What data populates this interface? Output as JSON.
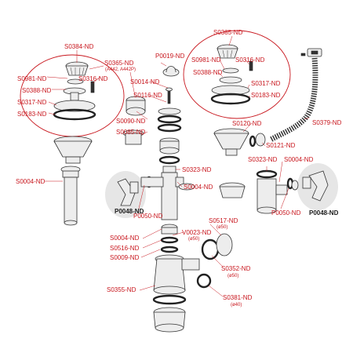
{
  "colors": {
    "label": "#c8161d",
    "bold_label": "#1a1a1a",
    "outline": "#333333"
  },
  "labels": {
    "s0384": "S0384-ND",
    "s0365": "S0365-ND",
    "s0365_sub": "(A442, A442P)",
    "p0019": "P0019-ND",
    "s0385": "S0385-ND",
    "s0981_l": "S0981-ND",
    "s0316_l": "S0316-ND",
    "s0388_l": "S0388-ND",
    "s0317_l": "S0317-ND",
    "s0183_l": "S0183-ND",
    "s0014": "S0014-ND",
    "s0116": "S0116-ND",
    "s0090": "S0090-ND",
    "s0085": "S0085-ND",
    "s0981_r": "S0981-ND",
    "s0316_r": "S0316-ND",
    "s0388_r": "S0388-ND",
    "s0317_r": "S0317-ND",
    "s0183_r": "S0183-ND",
    "s0379": "S0379-ND",
    "s0120": "S0120-ND",
    "s0121": "S0121-ND",
    "s0004_l": "S0004-ND",
    "s0323_c": "S0323-ND",
    "s0004_c": "S0004-ND",
    "s0323_r": "S0323-ND",
    "s0004_r": "S0004-ND",
    "p0048_l": "P0048-ND",
    "p0050_l": "P0050-ND",
    "p0050_r": "P0050-ND",
    "p0048_r": "P0048-ND",
    "s0517": "S0517-ND",
    "s0517_sub": "(ø50)",
    "v0023": "V0023-ND",
    "v0023_sub": "(ø50)",
    "s0004_b": "S0004-ND",
    "s0516": "S0516-ND",
    "s0009": "S0009-ND",
    "s0352": "S0352-ND",
    "s0352_sub": "(ø50)",
    "s0355": "S0355-ND",
    "s0381": "S0381-ND",
    "s0381_sub": "(ø40)"
  }
}
